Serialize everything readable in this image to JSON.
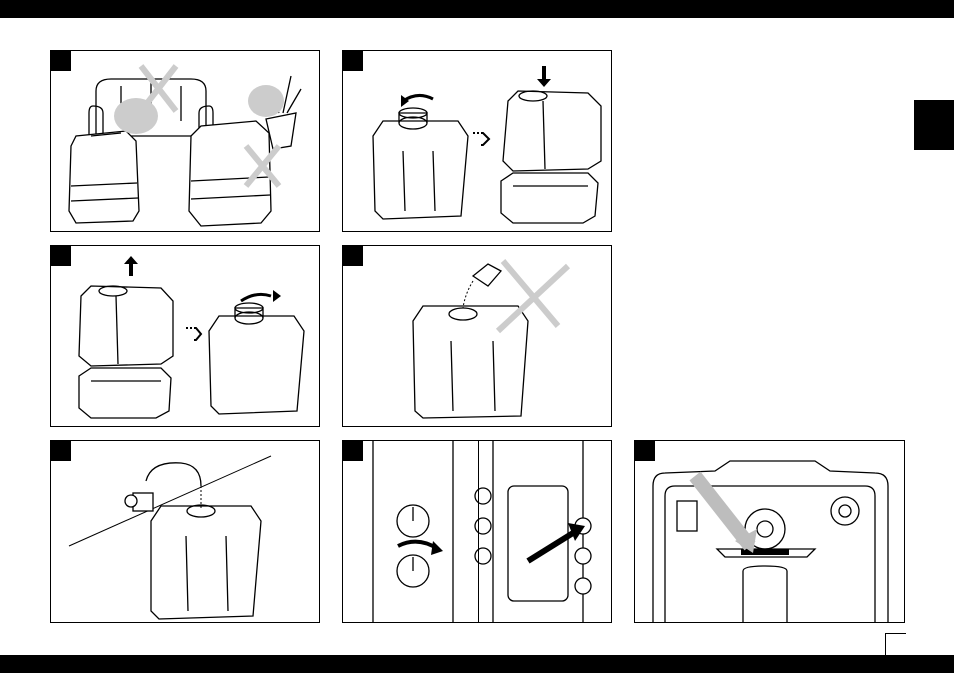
{
  "page": {
    "step_count": 7,
    "steps": [
      {
        "id": 1,
        "illustration": "placement-away-from-sofa-and-plants"
      },
      {
        "id": 2,
        "illustration": "unscrew-cap-and-place-tank-on-base"
      },
      {
        "id": 3,
        "illustration": "lift-tank-and-turn-cap"
      },
      {
        "id": 4,
        "illustration": "no-additives-in-tank"
      },
      {
        "id": 5,
        "illustration": "fill-tank-under-faucet"
      },
      {
        "id": 6,
        "illustration": "control-knobs-and-power-button"
      },
      {
        "id": 7,
        "illustration": "bottom-view-drain-slot"
      }
    ],
    "colors": {
      "ink": "#000000",
      "paper": "#ffffff",
      "arrow_gray": "#bdbdbd",
      "smoke": "#cccccc"
    }
  }
}
